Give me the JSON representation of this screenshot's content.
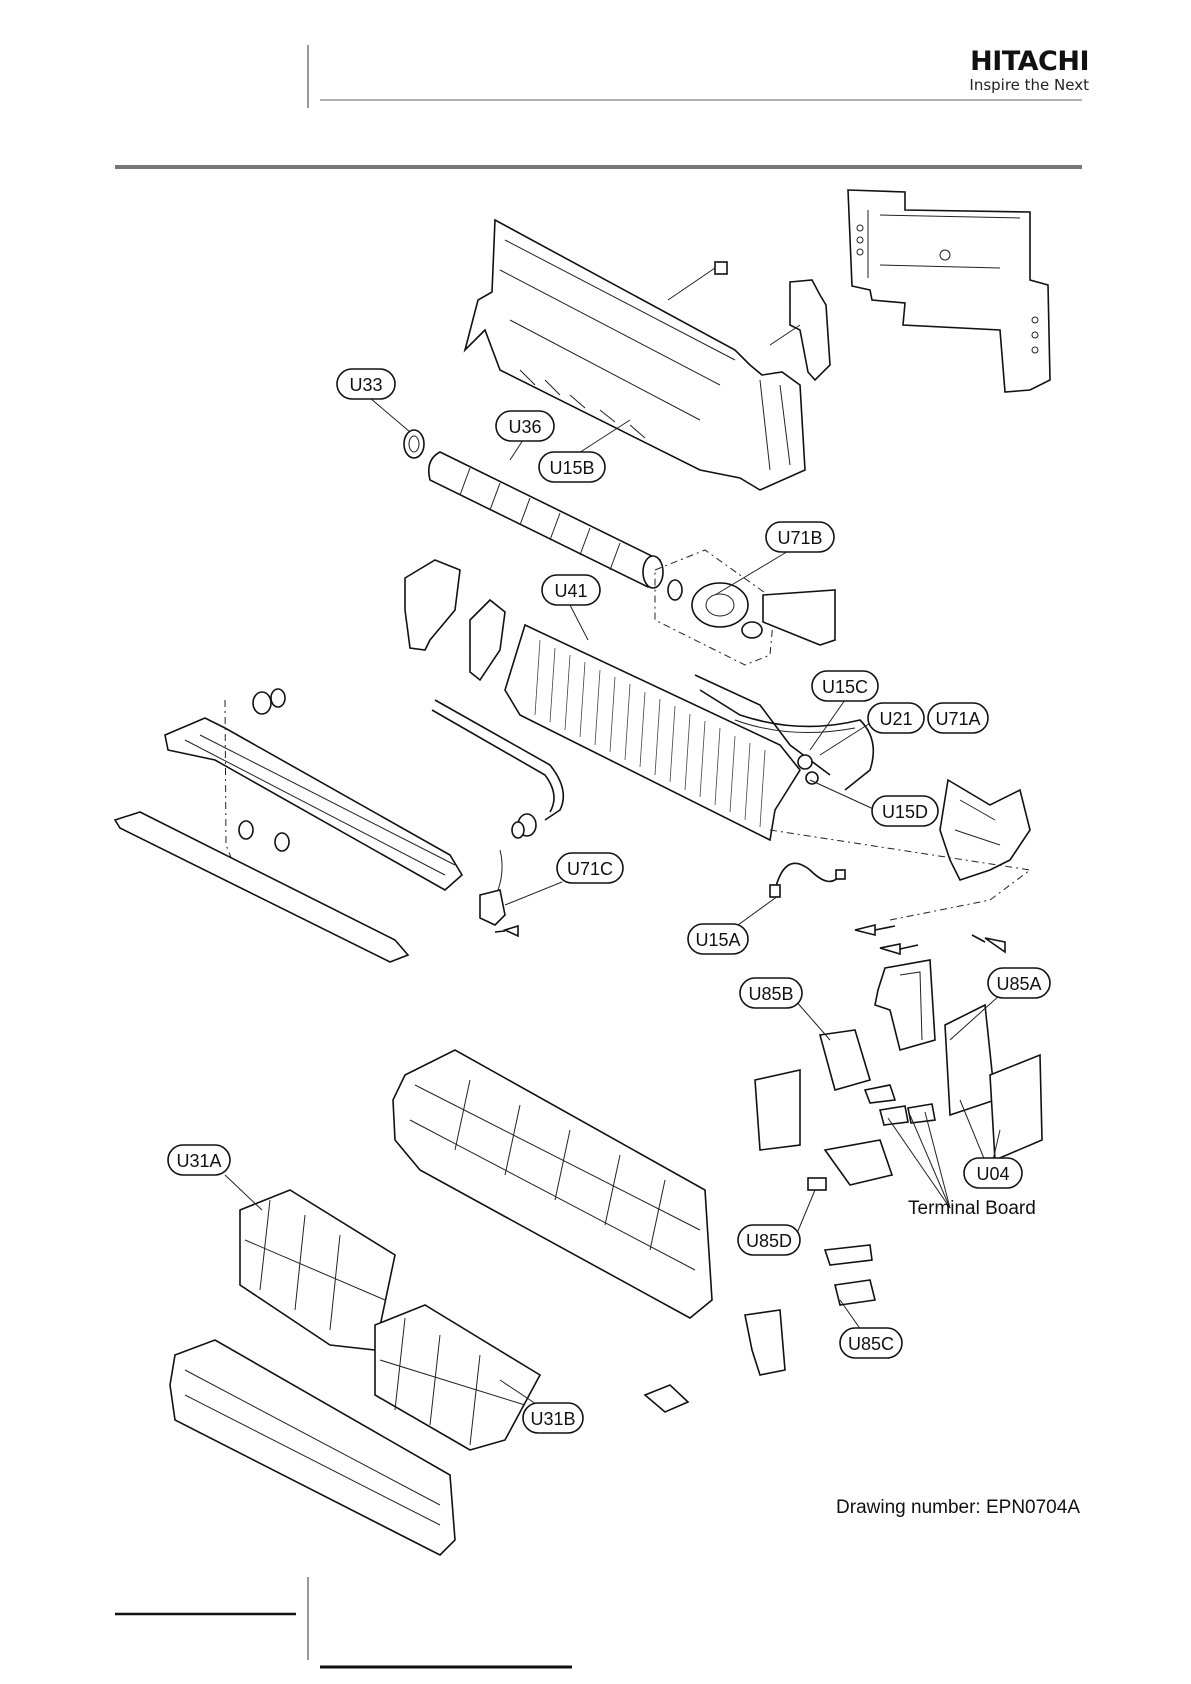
{
  "header": {
    "brand_name": "HITACHI",
    "brand_tagline": "Inspire the Next"
  },
  "callouts": [
    {
      "id": "U33",
      "label": "U33"
    },
    {
      "id": "U36",
      "label": "U36"
    },
    {
      "id": "U15B",
      "label": "U15B"
    },
    {
      "id": "U71B",
      "label": "U71B"
    },
    {
      "id": "U41",
      "label": "U41"
    },
    {
      "id": "U15C",
      "label": "U15C"
    },
    {
      "id": "U21",
      "label": "U21"
    },
    {
      "id": "U71A",
      "label": "U71A"
    },
    {
      "id": "U15D",
      "label": "U15D"
    },
    {
      "id": "U71C",
      "label": "U71C"
    },
    {
      "id": "U15A",
      "label": "U15A"
    },
    {
      "id": "U85B",
      "label": "U85B"
    },
    {
      "id": "U85A",
      "label": "U85A"
    },
    {
      "id": "U31A",
      "label": "U31A"
    },
    {
      "id": "U04",
      "label": "U04"
    },
    {
      "id": "U85D",
      "label": "U85D"
    },
    {
      "id": "U85C",
      "label": "U85C"
    },
    {
      "id": "U31B",
      "label": "U31B"
    }
  ],
  "terminal_board_label": "Terminal Board",
  "drawing_number": "Drawing number: EPN0704A"
}
